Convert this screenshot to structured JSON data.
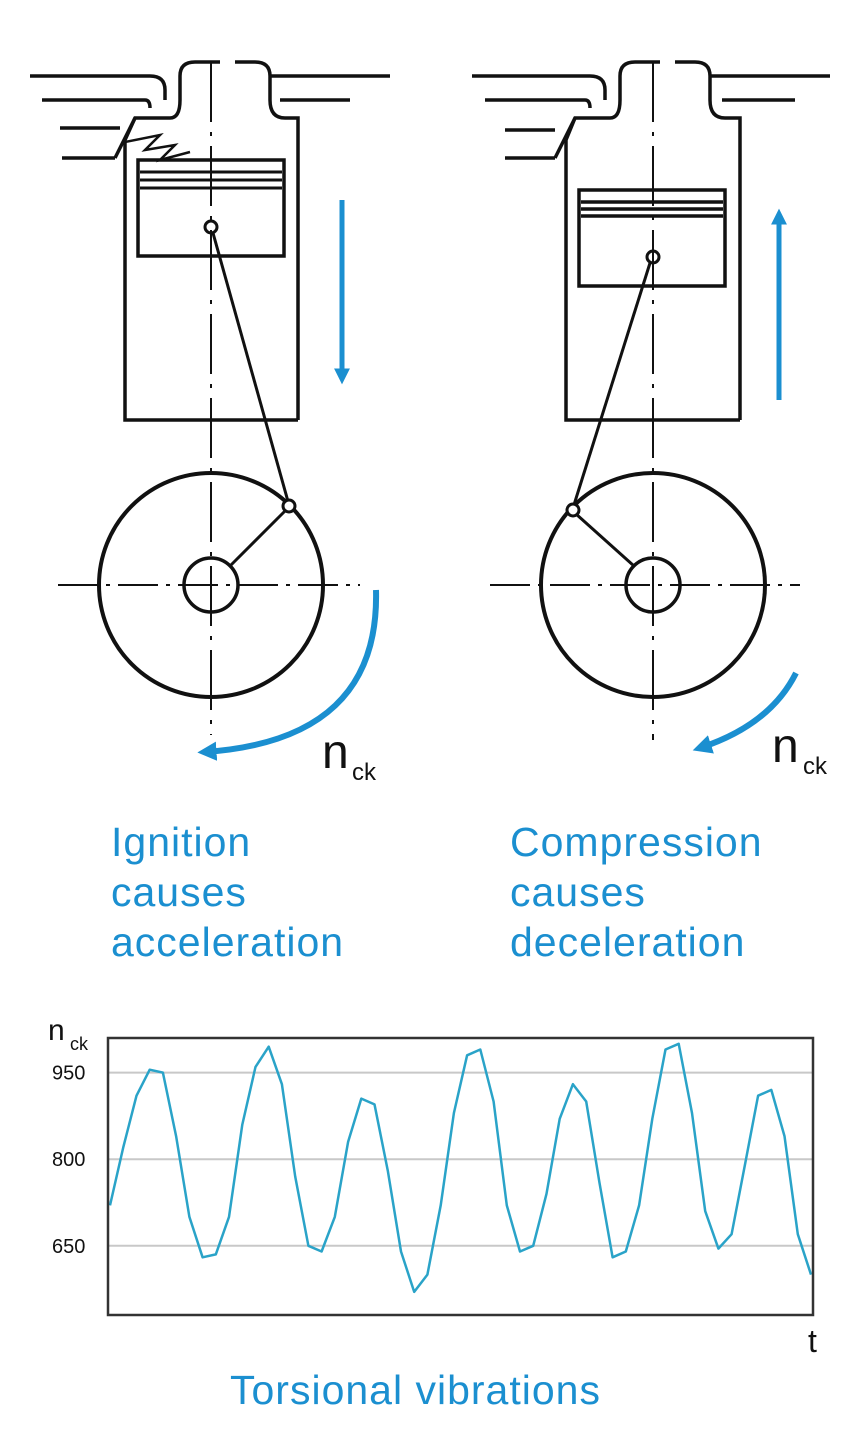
{
  "left_engine": {
    "speed_symbol": "n",
    "speed_subscript": "ck",
    "caption": [
      "Ignition",
      "causes",
      "acceleration"
    ]
  },
  "right_engine": {
    "speed_symbol": "n",
    "speed_subscript": "ck",
    "caption": [
      "Compression",
      "causes",
      "deceleration"
    ]
  },
  "colors": {
    "accent": "#1b8fd0",
    "line": "#111111",
    "signal": "#2aa3c8",
    "grid": "#c8c8c8"
  },
  "chart_data": {
    "type": "line",
    "title": "Torsional vibrations",
    "ylabel_symbol": "n",
    "ylabel_subscript": "ck",
    "xlabel": "t",
    "yticks": [
      950,
      800,
      650
    ],
    "ylim": [
      530,
      1010
    ],
    "grid": "horizontal",
    "series": [
      {
        "values": [
          720,
          820,
          910,
          955,
          950,
          840,
          700,
          630,
          635,
          700,
          860,
          960,
          995,
          930,
          770,
          650,
          640,
          700,
          830,
          905,
          895,
          780,
          640,
          570,
          600,
          720,
          880,
          980,
          990,
          900,
          720,
          640,
          650,
          740,
          870,
          930,
          900,
          760,
          630,
          640,
          720,
          870,
          990,
          1000,
          880,
          710,
          645,
          670,
          790,
          910,
          920,
          840,
          670,
          600
        ]
      }
    ]
  }
}
